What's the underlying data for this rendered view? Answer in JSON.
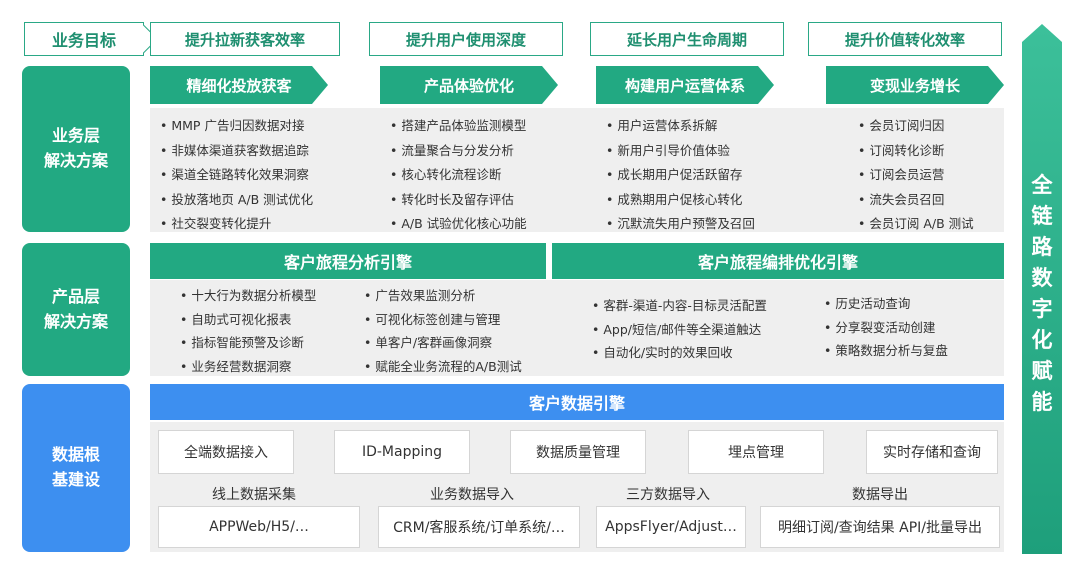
{
  "goals": {
    "label": "业务目标",
    "items": [
      "提升拉新获客效率",
      "提升用户使用深度",
      "延长用户生命周期",
      "提升价值转化效率"
    ]
  },
  "layers": {
    "business": "业务层\n解决方案",
    "product": "产品层\n解决方案",
    "data": "数据根\n基建设"
  },
  "business": {
    "columns": [
      {
        "title": "精细化投放获客",
        "items": [
          "MMP 广告归因数据对接",
          "非媒体渠道获客数据追踪",
          "渠道全链路转化效果洞察",
          "投放落地页 A/B 测试优化",
          "社交裂变转化提升"
        ]
      },
      {
        "title": "产品体验优化",
        "items": [
          "搭建产品体验监测模型",
          "流量聚合与分发分析",
          "核心转化流程诊断",
          "转化时长及留存评估",
          "A/B 试验优化核心功能"
        ]
      },
      {
        "title": "构建用户运营体系",
        "items": [
          "用户运营体系拆解",
          "新用户引导价值体验",
          "成长期用户促活跃留存",
          "成熟期用户促核心转化",
          "沉默流失用户预警及召回"
        ]
      },
      {
        "title": "变现业务增长",
        "items": [
          "会员订阅归因",
          "订阅转化诊断",
          "订阅会员运营",
          "流失会员召回",
          "会员订阅 A/B 测试"
        ]
      }
    ]
  },
  "product": {
    "journey_analysis": {
      "title": "客户旅程分析引擎",
      "col1": [
        "十大行为数据分析模型",
        "自助式可视化报表",
        "指标智能预警及诊断",
        "业务经营数据洞察"
      ],
      "col2": [
        "广告效果监测分析",
        "可视化标签创建与管理",
        "单客户/客群画像洞察",
        "赋能全业务流程的A/B测试"
      ]
    },
    "journey_orchestration": {
      "title": "客户旅程编排优化引擎",
      "col1": [
        "客群-渠道-内容-目标灵活配置",
        "App/短信/邮件等全渠道触达",
        "自动化/实时的效果回收"
      ],
      "col2": [
        "历史活动查询",
        "分享裂变活动创建",
        "策略数据分析与复盘"
      ]
    }
  },
  "data_engine": {
    "title": "客户数据引擎",
    "modules": [
      "全端数据接入",
      "ID-Mapping",
      "数据质量管理",
      "埋点管理",
      "实时存储和查询"
    ],
    "captions": [
      "线上数据采集",
      "业务数据导入",
      "三方数据导入",
      "数据导出"
    ],
    "sources": [
      "APPWeb/H5/…",
      "CRM/客服系统/订单系统/…",
      "AppsFlyer/Adjust…",
      "明细订阅/查询结果 API/批量导出"
    ]
  },
  "side": {
    "label": "全链路数字化赋能"
  },
  "colors": {
    "green": "#22a982",
    "blue": "#3d8ff0",
    "panel": "#efefef"
  }
}
